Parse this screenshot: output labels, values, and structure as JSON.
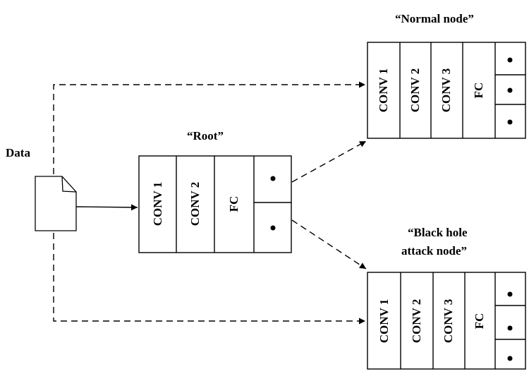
{
  "data_label": "Data",
  "root": {
    "title": "“Root”",
    "layers": [
      "CONV 1",
      "CONV 2",
      "FC"
    ]
  },
  "normal_node": {
    "title": "“Normal node”",
    "layers": [
      "CONV 1",
      "CONV 2",
      "CONV 3",
      "FC"
    ]
  },
  "attack_node": {
    "title_line1": "“Black hole",
    "title_line2": "attack node”",
    "layers": [
      "CONV 1",
      "CONV 2",
      "CONV 3",
      "FC"
    ]
  }
}
